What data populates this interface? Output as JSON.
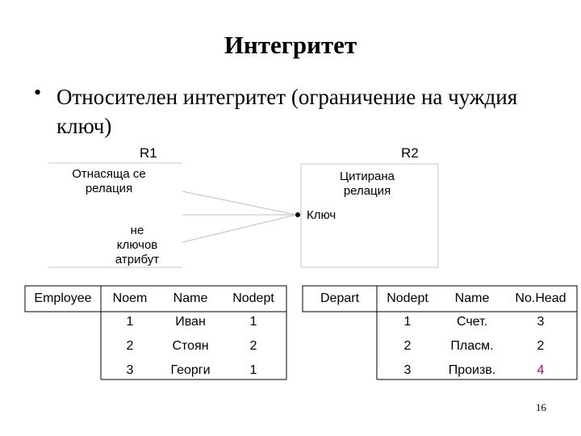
{
  "title": "Интегритет",
  "bullet": "Относителен интегритет (ограничение на чуждия ключ)",
  "diagram": {
    "r1_label": "R1",
    "r2_label": "R2",
    "r1_rel_line1": "Отнасяща се",
    "r1_rel_line2": "релация",
    "r1_attr_line1": "не",
    "r1_attr_line2": "ключов",
    "r1_attr_line3": "атрибут",
    "r2_rel_line1": "Цитирана",
    "r2_rel_line2": "релация",
    "r2_key": "Ключ"
  },
  "employee_table": {
    "name": "Employee",
    "headers": [
      "Noem",
      "Name",
      "Nodept"
    ],
    "rows": [
      [
        "1",
        "Иван",
        "1"
      ],
      [
        "2",
        "Стоян",
        "2"
      ],
      [
        "3",
        "Георги",
        "1"
      ]
    ]
  },
  "depart_table": {
    "name": "Depart",
    "headers": [
      "Nodept",
      "Name",
      "No.Head"
    ],
    "rows": [
      [
        "1",
        "Счет.",
        "3"
      ],
      [
        "2",
        "Пласм.",
        "2"
      ],
      [
        "3",
        "Произв.",
        "4"
      ]
    ],
    "highlight_color": "#c0007a"
  },
  "page_number": "16"
}
